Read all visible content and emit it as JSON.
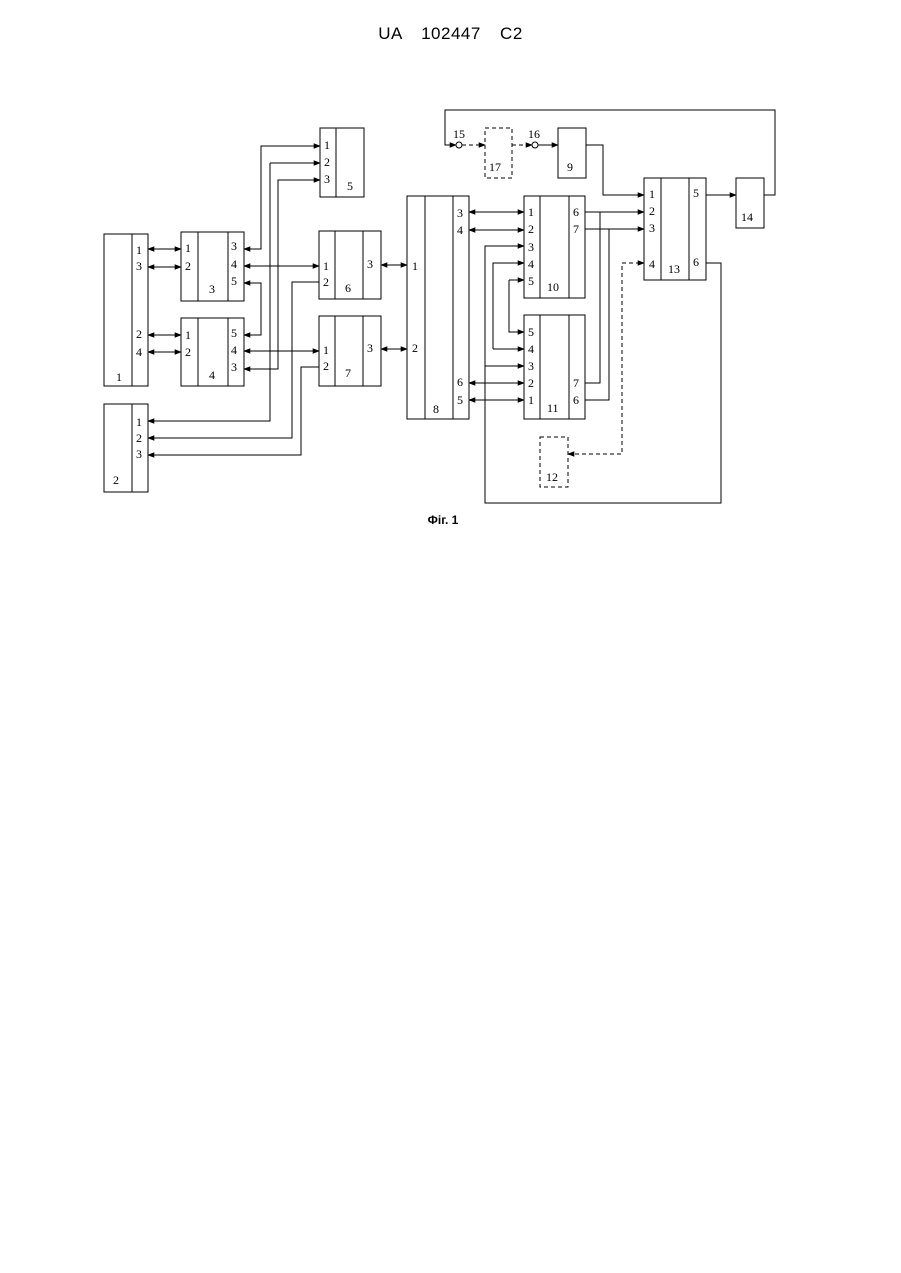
{
  "header": {
    "text": "UA   102447   C2"
  },
  "caption": "Фіг. 1",
  "blocks": [
    {
      "id": "1",
      "ports": [
        "1",
        "3",
        "2",
        "4"
      ]
    },
    {
      "id": "2",
      "ports": [
        "1",
        "2",
        "3"
      ]
    },
    {
      "id": "3",
      "ports": [
        "1",
        "2",
        "3",
        "4",
        "5"
      ]
    },
    {
      "id": "4",
      "ports": [
        "1",
        "2",
        "5",
        "4",
        "3"
      ]
    },
    {
      "id": "5",
      "ports": [
        "1",
        "2",
        "3"
      ]
    },
    {
      "id": "6",
      "ports": [
        "1",
        "2",
        "3"
      ]
    },
    {
      "id": "7",
      "ports": [
        "1",
        "2",
        "3"
      ]
    },
    {
      "id": "8",
      "ports": [
        "1",
        "2",
        "3",
        "4",
        "6",
        "5"
      ]
    },
    {
      "id": "9",
      "ports": []
    },
    {
      "id": "10",
      "ports": [
        "1",
        "2",
        "3",
        "4",
        "5",
        "6",
        "7"
      ]
    },
    {
      "id": "11",
      "ports": [
        "5",
        "4",
        "3",
        "2",
        "1",
        "7",
        "6"
      ]
    },
    {
      "id": "12",
      "ports": []
    },
    {
      "id": "13",
      "ports": [
        "1",
        "2",
        "3",
        "4",
        "5",
        "6"
      ]
    },
    {
      "id": "14",
      "ports": []
    },
    {
      "id": "15",
      "ports": []
    },
    {
      "id": "16",
      "ports": []
    },
    {
      "id": "17",
      "ports": []
    }
  ]
}
